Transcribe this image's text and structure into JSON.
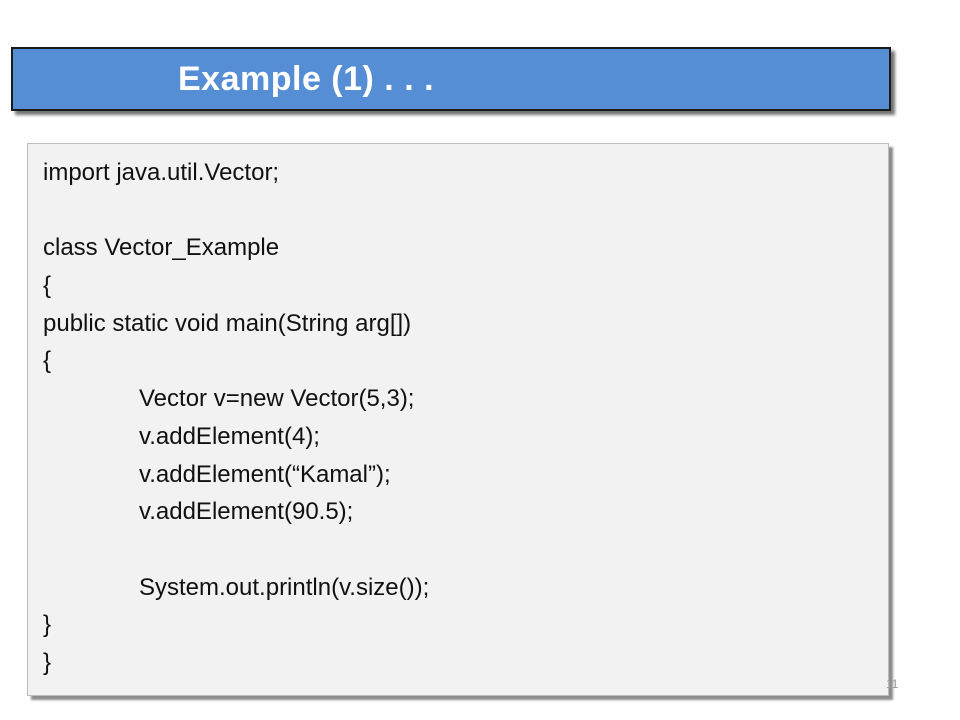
{
  "slide": {
    "title": "Example (1) . . .",
    "slide_number": "11"
  },
  "code": {
    "lines": [
      "import java.util.Vector;",
      "",
      "class Vector_Example",
      "{",
      "public static void main(String arg[])",
      "{",
      "Vector v=new Vector(5,3);",
      "v.addElement(4);",
      "v.addElement(“Kamal”);",
      "v.addElement(90.5);",
      "",
      "System.out.println(v.size());",
      "}",
      "}"
    ]
  },
  "colors": {
    "title_background": "#558ed5",
    "title_text": "#ffffff",
    "code_background": "#f2f2f2"
  }
}
